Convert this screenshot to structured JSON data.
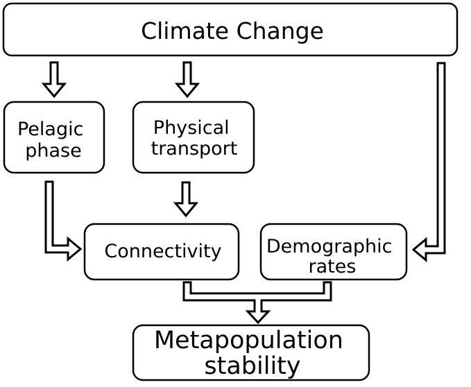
{
  "nodes": {
    "climate_change": {
      "lines": [
        "Climate Change"
      ]
    },
    "pelagic_phase": {
      "lines": [
        "Pelagic",
        "phase"
      ]
    },
    "physical_transport": {
      "lines": [
        "Physical",
        "transport"
      ]
    },
    "connectivity": {
      "lines": [
        "Connectivity"
      ]
    },
    "demographic_rates": {
      "lines": [
        "Demographic",
        "rates"
      ]
    },
    "metapopulation_stability": {
      "lines": [
        "Metapopulation",
        "stability"
      ]
    }
  },
  "edges": [
    {
      "from": "climate_change",
      "to": "pelagic_phase"
    },
    {
      "from": "climate_change",
      "to": "physical_transport"
    },
    {
      "from": "climate_change",
      "to": "demographic_rates"
    },
    {
      "from": "pelagic_phase",
      "to": "connectivity"
    },
    {
      "from": "physical_transport",
      "to": "connectivity"
    },
    {
      "from": "connectivity",
      "to": "metapopulation_stability"
    },
    {
      "from": "demographic_rates",
      "to": "metapopulation_stability"
    }
  ]
}
